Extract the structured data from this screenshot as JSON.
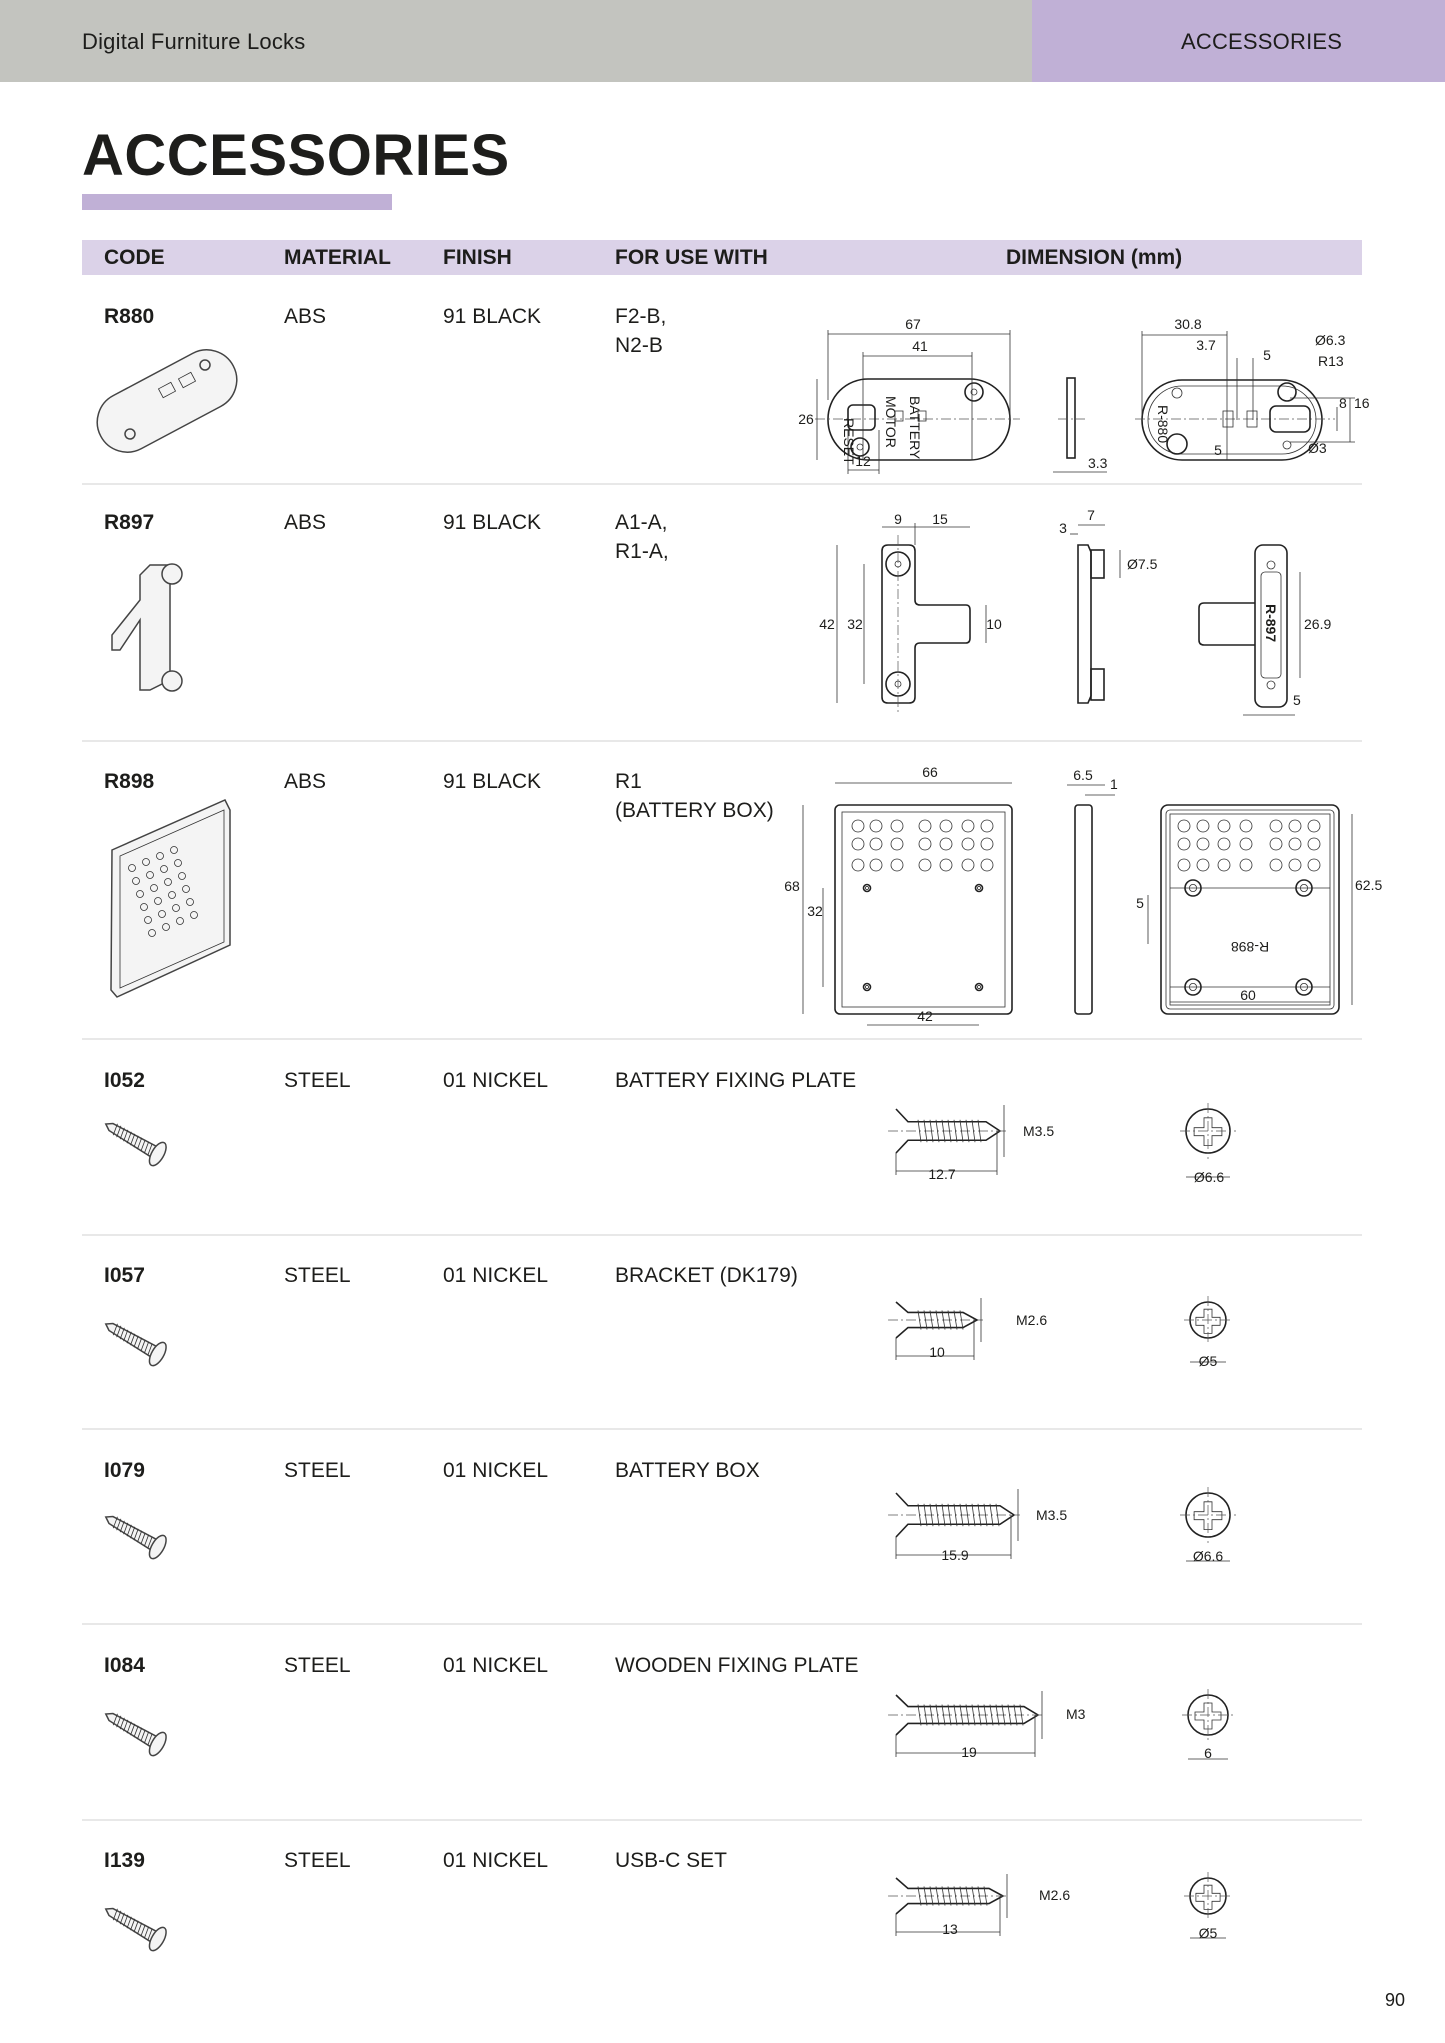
{
  "header": {
    "section": "Digital Furniture Locks",
    "category": "ACCESSORIES"
  },
  "title": "ACCESSORIES",
  "table": {
    "columns": [
      "CODE",
      "MATERIAL",
      "FINISH",
      "FOR USE WITH",
      "DIMENSION (mm)"
    ],
    "rows": [
      {
        "code": "R880",
        "material": "ABS",
        "finish": "91 BLACK",
        "use": "F2-B,\nN2-B",
        "dimensions": [
          "67",
          "41",
          "26",
          "12",
          "3.3",
          "30.8",
          "3.7",
          "5",
          "Ø6.3",
          "R13",
          "8",
          "16",
          "5",
          "Ø3"
        ],
        "marks": [
          "RESET",
          "MOTOR",
          "BATTERY",
          "R-880"
        ]
      },
      {
        "code": "R897",
        "material": "ABS",
        "finish": "91 BLACK",
        "use": "A1-A,\nR1-A,",
        "dimensions": [
          "9",
          "15",
          "42",
          "32",
          "10",
          "3",
          "7",
          "Ø7.5",
          "26.9",
          "5"
        ],
        "marks": [
          "R-897"
        ]
      },
      {
        "code": "R898",
        "material": "ABS",
        "finish": "91 BLACK",
        "use": "R1\n(BATTERY BOX)",
        "dimensions": [
          "66",
          "68",
          "32",
          "42",
          "6.5",
          "1",
          "62.5",
          "5",
          "60"
        ],
        "marks": [
          "R-898"
        ]
      },
      {
        "code": "I052",
        "material": "STEEL",
        "finish": "01 NICKEL",
        "use": "BATTERY FIXING PLATE",
        "dimensions": [
          "M3.5",
          "12.7",
          "Ø6.6"
        ]
      },
      {
        "code": "I057",
        "material": "STEEL",
        "finish": "01 NICKEL",
        "use": "BRACKET (DK179)",
        "dimensions": [
          "M2.6",
          "10",
          "Ø5"
        ]
      },
      {
        "code": "I079",
        "material": "STEEL",
        "finish": "01 NICKEL",
        "use": "BATTERY BOX",
        "dimensions": [
          "M3.5",
          "15.9",
          "Ø6.6"
        ]
      },
      {
        "code": "I084",
        "material": "STEEL",
        "finish": "01 NICKEL",
        "use": "WOODEN FIXING PLATE",
        "dimensions": [
          "M3",
          "19",
          "6"
        ]
      },
      {
        "code": "I139",
        "material": "STEEL",
        "finish": "01 NICKEL",
        "use": "USB-C SET",
        "dimensions": [
          "M2.6",
          "13",
          "Ø5"
        ]
      }
    ]
  },
  "page_number": "90",
  "colors": {
    "header_gray": "#c3c4bf",
    "accent_purple": "#c0b0d6",
    "table_header": "#dbd2e8"
  }
}
